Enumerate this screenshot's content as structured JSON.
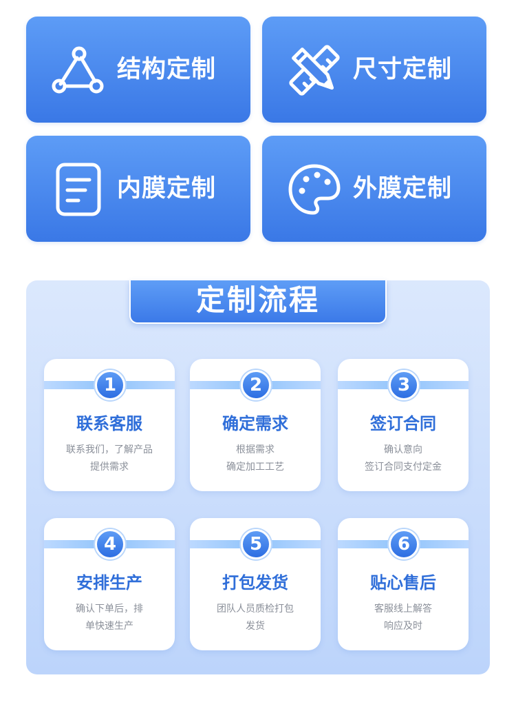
{
  "categories": [
    {
      "label": "结构定制",
      "icon": "structure-node-icon"
    },
    {
      "label": "尺寸定制",
      "icon": "ruler-pencil-icon"
    },
    {
      "label": "内膜定制",
      "icon": "document-lines-icon"
    },
    {
      "label": "外膜定制",
      "icon": "palette-icon"
    }
  ],
  "process": {
    "title": "定制流程",
    "steps": [
      {
        "num": "1",
        "title": "联系客服",
        "desc": [
          "联系我们，了解产品",
          "提供需求"
        ]
      },
      {
        "num": "2",
        "title": "确定需求",
        "desc": [
          "根据需求",
          "确定加工工艺"
        ]
      },
      {
        "num": "3",
        "title": "签订合同",
        "desc": [
          "确认意向",
          "签订合同支付定金"
        ]
      },
      {
        "num": "4",
        "title": "安排生产",
        "desc": [
          "确认下单后，排",
          "单快速生产"
        ]
      },
      {
        "num": "5",
        "title": "打包发货",
        "desc": [
          "团队人员质检打包",
          "发货"
        ]
      },
      {
        "num": "6",
        "title": "贴心售后",
        "desc": [
          "客服线上解答",
          "响应及时"
        ]
      }
    ]
  },
  "colors": {
    "primary": "#3a78e6",
    "accent_text": "#2f6ed9",
    "panel_bg": "#c9dcfc",
    "muted_text": "#8a8f99"
  }
}
